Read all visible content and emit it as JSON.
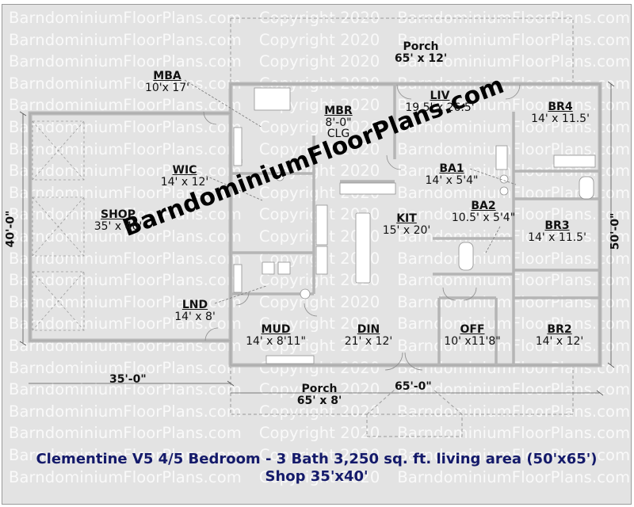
{
  "watermark": {
    "site": "BarndominiumFloorPlans.com",
    "copyright": "Copyright 2020",
    "diagonal": "BarndominiumFloorPlans.com"
  },
  "porch_top": {
    "name": "Porch",
    "dim": "65' x 12'"
  },
  "porch_bottom": {
    "name": "Porch",
    "dim": "65' x 8'"
  },
  "rooms": {
    "mba": {
      "name": "MBA",
      "dim": "10'x 17'"
    },
    "mbr": {
      "name": "MBR",
      "dim": "8'-0\"",
      "note": "CLG"
    },
    "liv": {
      "name": "LIV",
      "dim": "19.5' x 26.5'"
    },
    "br4": {
      "name": "BR4",
      "dim": "14' x 11.5'"
    },
    "wic": {
      "name": "WIC",
      "dim": "14' x 12'"
    },
    "shop": {
      "name": "SHOP",
      "dim": "35' x 40'"
    },
    "ba1": {
      "name": "BA1",
      "dim": "14' x 5'4\""
    },
    "ba2": {
      "name": "BA2",
      "dim": "10.5' x 5'4\""
    },
    "kit": {
      "name": "KIT",
      "dim": "15' x 20'"
    },
    "br3": {
      "name": "BR3",
      "dim": "14' x 11.5'"
    },
    "lnd": {
      "name": "LND",
      "dim": "14' x 8'"
    },
    "mud": {
      "name": "MUD",
      "dim": "14' x 8'11\""
    },
    "din": {
      "name": "DIN",
      "dim": "21' x 12'"
    },
    "off": {
      "name": "OFF",
      "dim": "10' x11'8\""
    },
    "br2": {
      "name": "BR2",
      "dim": "14' x 12'"
    }
  },
  "dimensions": {
    "shop_height": "40'-0\"",
    "shop_width": "35'-0\"",
    "house_width": "65'-0\"",
    "house_depth": "50'-0\""
  },
  "caption": {
    "line1": "Clementine V5 4/5 Bedroom - 3 Bath 3,250 sq. ft. living area (50'x65')",
    "line2": "Shop 35'x40'"
  },
  "colors": {
    "background": "#e3e3e3",
    "wall": "#bdbdbd",
    "caption": "#141a6a",
    "watermark": "#ffffff"
  }
}
